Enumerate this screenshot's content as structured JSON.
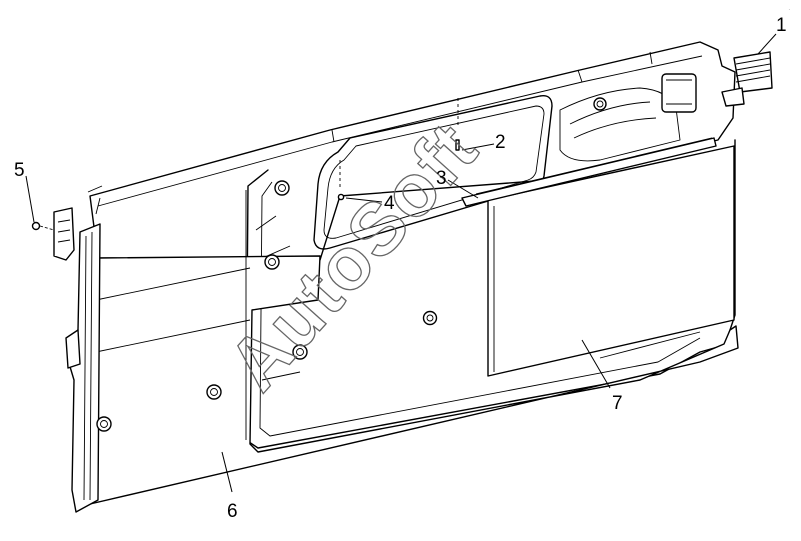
{
  "diagram": {
    "callouts": [
      {
        "id": "1",
        "label": "1"
      },
      {
        "id": "2",
        "label": "2"
      },
      {
        "id": "3",
        "label": "3"
      },
      {
        "id": "4",
        "label": "4"
      },
      {
        "id": "5",
        "label": "5"
      },
      {
        "id": "6",
        "label": "6"
      },
      {
        "id": "7",
        "label": "7"
      }
    ],
    "watermark": "AutoSoft",
    "corner_mark": "·"
  }
}
